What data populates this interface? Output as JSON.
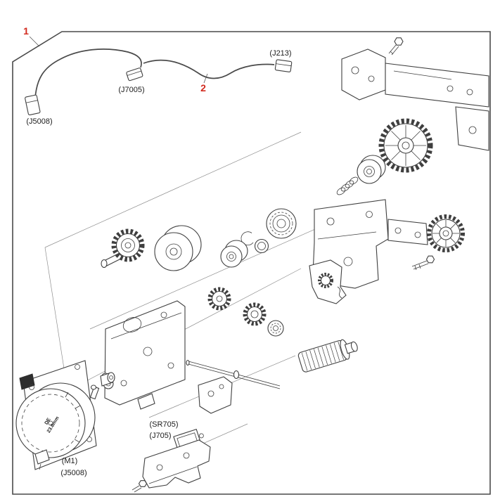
{
  "figure": {
    "type": "exploded-parts-diagram",
    "callouts": {
      "c1": "1",
      "c2": "2"
    },
    "labels": {
      "j213": "(J213)",
      "j7005": "(J7005)",
      "j5008_cable": "(J5008)",
      "sr705": "(SR705)",
      "j705": "(J705)",
      "m1": "(M1)",
      "j5008_motor": "(J5008)",
      "motor_face_line1": "DE",
      "motor_face_line2": "23.6mm"
    },
    "colors": {
      "callout": "#d22a1e",
      "line": "#3f3f3f",
      "background": "#ffffff"
    }
  }
}
